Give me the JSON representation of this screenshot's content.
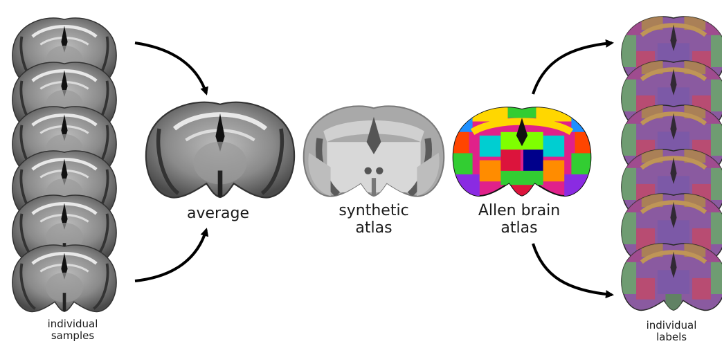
{
  "labels": {
    "individual_samples_1": "individual",
    "individual_samples_2": "samples",
    "average": "average",
    "synthetic_1": "synthetic",
    "synthetic_2": "atlas",
    "allen_1": "Allen brain",
    "allen_2": "atlas",
    "individual_labels_1": "individual",
    "individual_labels_2": "labels"
  },
  "colors": {
    "allen_palette": [
      "#e0218a",
      "#ffd700",
      "#1e90ff",
      "#32cd32",
      "#ff4500",
      "#8a2be2",
      "#00ced1",
      "#ff1493",
      "#7fff00",
      "#dc143c",
      "#00008b",
      "#ff8c00"
    ],
    "overlay_palette": [
      "#a34a8c",
      "#8c6fa8",
      "#6aa86a",
      "#b0884a",
      "#7a5aa8",
      "#c04a6a"
    ]
  }
}
